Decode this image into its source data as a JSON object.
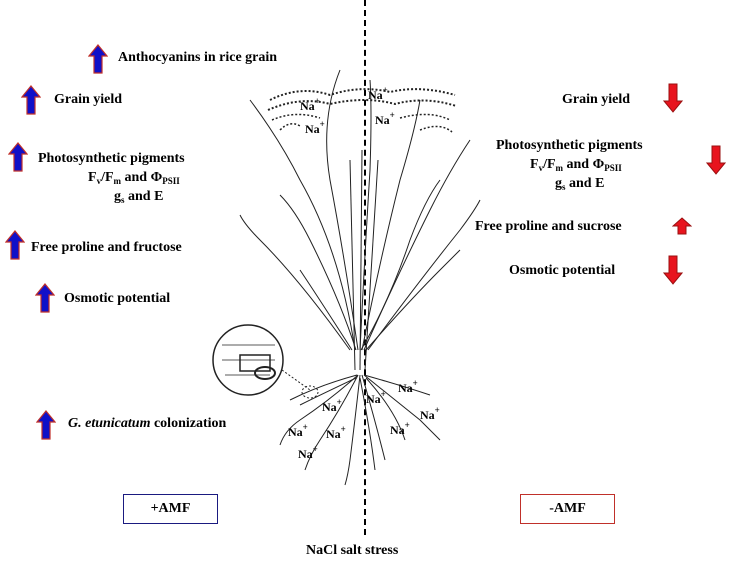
{
  "left_effects": {
    "anthocyanins": "Anthocyanins  in rice grain",
    "grain_yield": "Grain  yield",
    "pigments": "Photosynthetic pigments",
    "fvfm_F": "F",
    "fvfm_v": "v",
    "fvfm_slash": "/F",
    "fvfm_m": "m",
    "fvfm_and": " and  Φ",
    "fvfm_psii": "PSII",
    "gs_g": "g",
    "gs_s": "s",
    "gs_rest": " and  E",
    "proline": "Free proline  and fructose",
    "osmotic": "Osmotic potential",
    "colonization_italic": "G. etunicatum",
    "colonization_rest": " colonization"
  },
  "right_effects": {
    "grain_yield": "Grain  yield",
    "pigments": "Photosynthetic pigments",
    "fvfm_F": "F",
    "fvfm_v": "v",
    "fvfm_slash": "/F",
    "fvfm_m": "m",
    "fvfm_and": " and  Φ",
    "fvfm_psii": "PSII",
    "gs_g": "g",
    "gs_s": "s",
    "gs_rest": " and  E",
    "proline": "Free proline  and sucrose",
    "osmotic": "Osmotic potential"
  },
  "ions": {
    "na": "Na",
    "plus": "+"
  },
  "boxes": {
    "amf_plus": "+AMF",
    "amf_minus": "-AMF"
  },
  "footer": {
    "stress": "NaCl salt stress"
  },
  "colors": {
    "up_arrow_fill": "#1010c8",
    "down_arrow_fill": "#e8141e",
    "amf_plus_border": "#1a1a80",
    "amf_minus_border": "#c0302a"
  }
}
